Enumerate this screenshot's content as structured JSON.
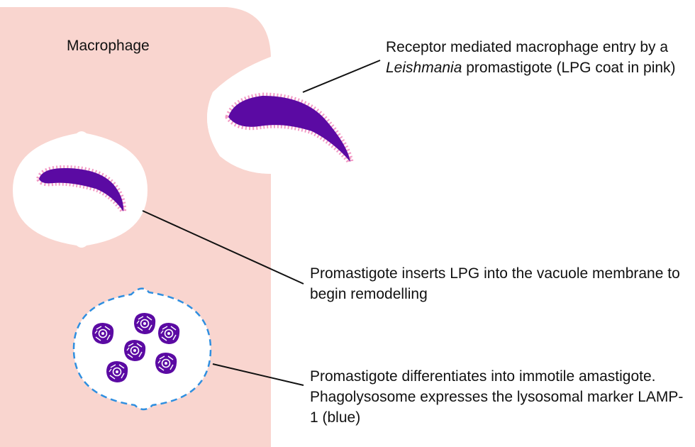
{
  "cell": {
    "name": "Macrophage",
    "fill_color": "#f9d5cf"
  },
  "labels": {
    "entry": {
      "before": "Receptor mediated macrophage entry by a ",
      "italic": "Leishmania",
      "after": " promastigote (LPG coat in pink)"
    },
    "insertion": "Promastigote inserts LPG into the vacuole membrane to begin remodelling",
    "differentiation": "Promastigote differentiates into immotile amastigote. Phagolysosome expresses the lysosomal marker LAMP-1 (blue)"
  },
  "colors": {
    "parasite_body": "#5b0aa3",
    "lpg_coat": "#f29bc6",
    "lamp1_membrane": "#2f8fe0",
    "amastigote_body": "#5b0aa3",
    "leader_line": "#111111"
  }
}
